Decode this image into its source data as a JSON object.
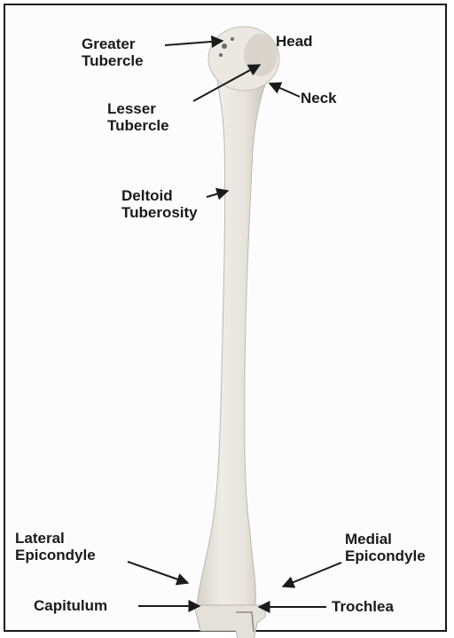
{
  "labels": {
    "greater_tubercle": "Greater\nTubercle",
    "head": "Head",
    "lesser_tubercle": "Lesser\nTubercle",
    "neck": "Neck",
    "deltoid_tuberosity": "Deltoid\nTuberosity",
    "lateral_epicondyle": "Lateral\nEpicondyle",
    "medial_epicondyle": "Medial\nEpicondyle",
    "capitulum": "Capitulum",
    "trochlea": "Trochlea"
  },
  "colors": {
    "bone": "#e9e6df",
    "bone_shadow": "#cfcbc2",
    "text": "#1a1a1a",
    "border": "#1a1a1a"
  }
}
